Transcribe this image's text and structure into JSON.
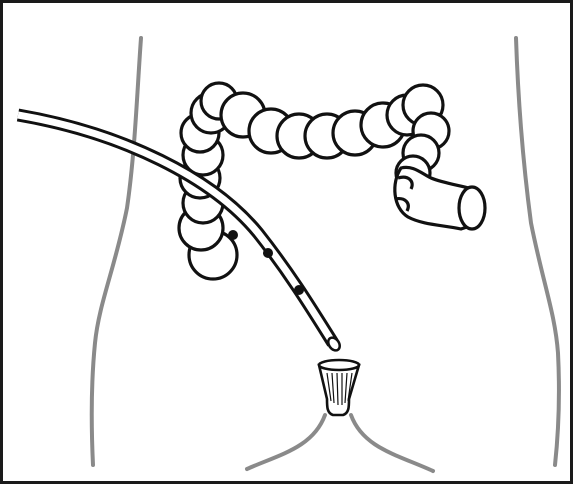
{
  "figure": {
    "subject": "medical-line-illustration",
    "colors": {
      "outline": "#111111",
      "body": "#8a8a8a",
      "fill": "#ffffff",
      "frame": "#1a1a1a"
    },
    "parts": [
      {
        "name": "body-outline-left"
      },
      {
        "name": "body-outline-right"
      },
      {
        "name": "large-intestine"
      },
      {
        "name": "colon-end-opening"
      },
      {
        "name": "endoscope-tube"
      },
      {
        "name": "endoscope-tip"
      },
      {
        "name": "anal-port"
      },
      {
        "name": "buttock-lines"
      }
    ]
  }
}
